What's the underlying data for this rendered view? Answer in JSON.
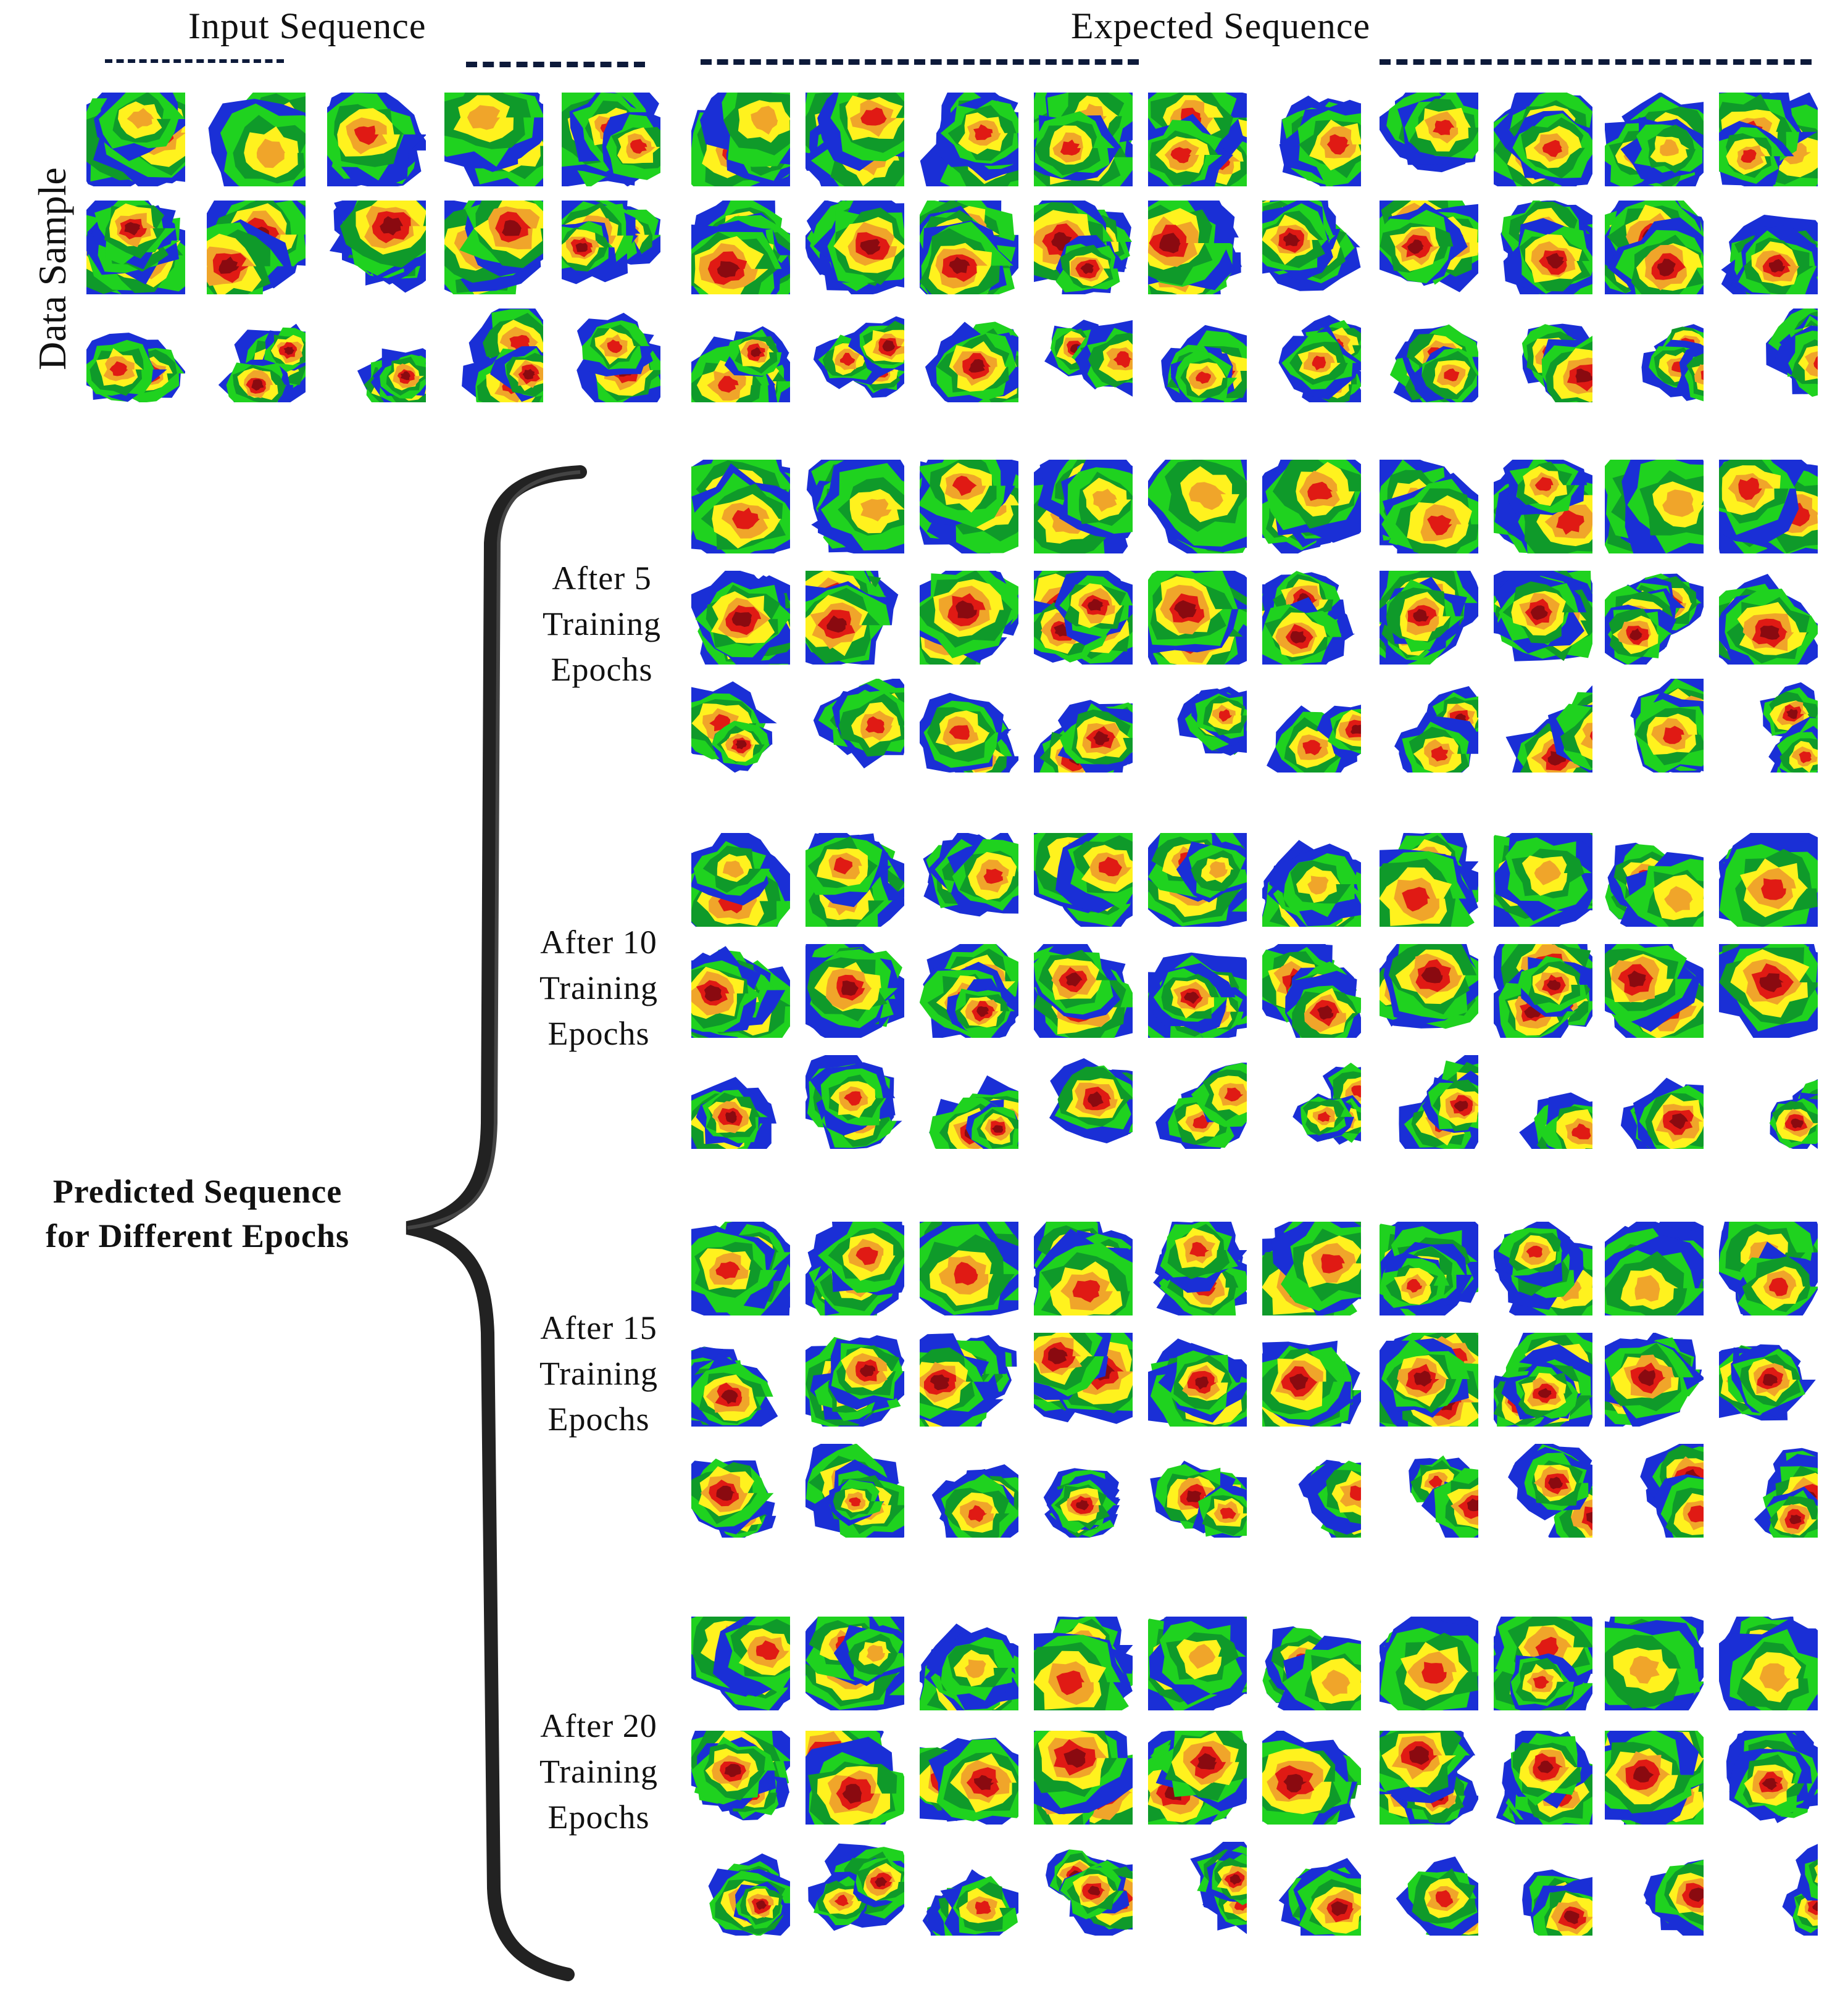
{
  "headers": {
    "input_sequence": "Input Sequence",
    "expected_sequence": "Expected Sequence"
  },
  "row_label": "Data Sample",
  "predicted_label": {
    "line1": "Predicted Sequence",
    "line2": "for Different Epochs"
  },
  "epoch_groups": [
    {
      "line1": "After 5",
      "line2": "Training",
      "line3": "Epochs"
    },
    {
      "line1": "After 10",
      "line2": "Training",
      "line3": "Epochs"
    },
    {
      "line1": "After 15",
      "line2": "Training",
      "line3": "Epochs"
    },
    {
      "line1": "After 20",
      "line2": "Training",
      "line3": "Epochs"
    }
  ],
  "grid": {
    "input_frames": 5,
    "output_frames": 10,
    "samples": 3
  },
  "colors": {
    "white": "#ffffff",
    "blue": "#1a2fd6",
    "light_green": "#1fd21f",
    "dark_green": "#0f9a2a",
    "yellow": "#fff21e",
    "orange": "#f0a52a",
    "red": "#e01a14",
    "dark_red": "#8a0a10",
    "dash": "#0d1a3a",
    "brace": "#222222"
  }
}
